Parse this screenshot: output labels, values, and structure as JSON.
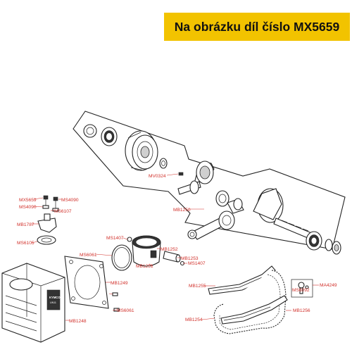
{
  "banner": {
    "text": "Na obrázku díl číslo MX5659"
  },
  "colors": {
    "banner_bg": "#f2c300",
    "label": "#d1302a",
    "line_art": "#222222"
  },
  "labels": {
    "mv0324": "MV0324",
    "mb1250": "MB1250",
    "mx5659": "MX5659",
    "ms4090_a": "MS4090",
    "ms4090_b": "MS4090",
    "ms6107": "MS6107",
    "mb1787": "MB1787",
    "ms6105": "MS6105",
    "ms1407_a": "MS1407",
    "ms1407_b": "MS1407",
    "ms6061_a": "MS6061",
    "ms6061_b": "MS6061",
    "mb1252": "MB1252",
    "mb1251": "MB1251",
    "mb1253": "MB1253",
    "mb1249": "MB1249",
    "mb1248": "MB1248",
    "mb1255": "MB1255",
    "ms6092": "MS6092",
    "ma4249": "MA4249",
    "mb1256": "MB1256",
    "mb1254": "MB1254"
  },
  "cylinder_badge": {
    "brand": "KYMCO",
    "sub": "UN11"
  }
}
